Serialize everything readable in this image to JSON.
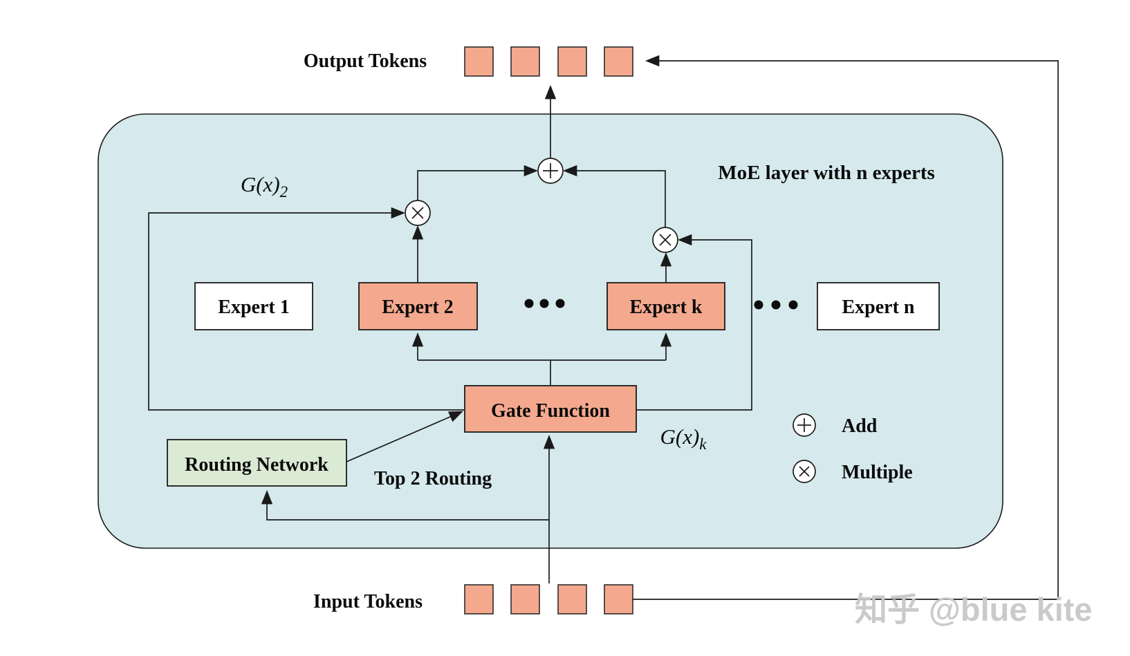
{
  "colors": {
    "panel": "#d6e9ec",
    "accent": "#f4a98f",
    "routing": "#dbead4",
    "expert_plain": "#ffffff",
    "line": "#1a1a1a",
    "watermark": "#c8c8c8"
  },
  "labels": {
    "output_tokens": "Output Tokens",
    "input_tokens": "Input Tokens",
    "panel_title": "MoE layer with n experts",
    "gate": "Gate Function",
    "routing_network": "Routing Network",
    "top2_routing": "Top 2 Routing",
    "gx_prefix": "G(x)",
    "gx_sub_2": "2",
    "gx_sub_k": "k"
  },
  "experts": [
    {
      "label": "Expert 1",
      "highlighted": false
    },
    {
      "label": "Expert 2",
      "highlighted": true
    },
    {
      "label": "Expert k",
      "highlighted": true
    },
    {
      "label": "Expert n",
      "highlighted": false
    }
  ],
  "legend": [
    {
      "symbol": "plus-circle",
      "label": "Add"
    },
    {
      "symbol": "times-circle",
      "label": "Multiple"
    }
  ],
  "tokens": {
    "output_count": 4,
    "input_count": 4
  },
  "watermark": "知乎 @blue kite"
}
